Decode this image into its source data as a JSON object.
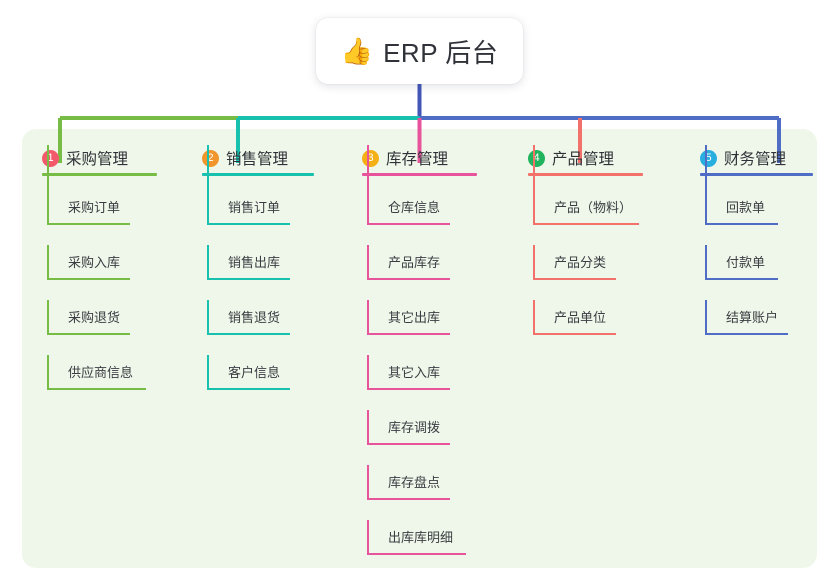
{
  "diagram": {
    "type": "tree-mindmap",
    "root": {
      "icon": "thumbs-up-icon",
      "emoji": "👍",
      "label": "ERP 后台"
    },
    "panel_color": "#eef7e9",
    "trunk_color": "#4356b8",
    "branches": [
      {
        "number": "1",
        "label": "采购管理",
        "badge_color": "#f2596b",
        "line_color": "#76bc45",
        "rule_width": 115,
        "children": [
          {
            "label": "采购订单",
            "rule_width": 83
          },
          {
            "label": "采购入库",
            "rule_width": 83
          },
          {
            "label": "采购退货",
            "rule_width": 83
          },
          {
            "label": "供应商信息",
            "rule_width": 99
          }
        ]
      },
      {
        "number": "2",
        "label": "销售管理",
        "badge_color": "#f0962c",
        "line_color": "#18c0ae",
        "rule_width": 112,
        "children": [
          {
            "label": "销售订单",
            "rule_width": 83
          },
          {
            "label": "销售出库",
            "rule_width": 83
          },
          {
            "label": "销售退货",
            "rule_width": 83
          },
          {
            "label": "客户信息",
            "rule_width": 83
          }
        ]
      },
      {
        "number": "3",
        "label": "库存管理",
        "badge_color": "#f5b016",
        "line_color": "#e8549b",
        "rule_width": 115,
        "children": [
          {
            "label": "仓库信息",
            "rule_width": 83
          },
          {
            "label": "产品库存",
            "rule_width": 83
          },
          {
            "label": "其它出库",
            "rule_width": 83
          },
          {
            "label": "其它入库",
            "rule_width": 83
          },
          {
            "label": "库存调拨",
            "rule_width": 83
          },
          {
            "label": "库存盘点",
            "rule_width": 83
          },
          {
            "label": "出库库明细",
            "rule_width": 99
          }
        ]
      },
      {
        "number": "4",
        "label": "产品管理",
        "badge_color": "#21b35d",
        "line_color": "#f2716b",
        "rule_width": 115,
        "children": [
          {
            "label": "产品（物料）",
            "rule_width": 106
          },
          {
            "label": "产品分类",
            "rule_width": 83
          },
          {
            "label": "产品单位",
            "rule_width": 83
          }
        ]
      },
      {
        "number": "5",
        "label": "财务管理",
        "badge_color": "#29aee0",
        "line_color": "#4f6dc4",
        "rule_width": 113,
        "children": [
          {
            "label": "回款单",
            "rule_width": 73
          },
          {
            "label": "付款单",
            "rule_width": 73
          },
          {
            "label": "结算账户",
            "rule_width": 83
          }
        ]
      }
    ]
  }
}
